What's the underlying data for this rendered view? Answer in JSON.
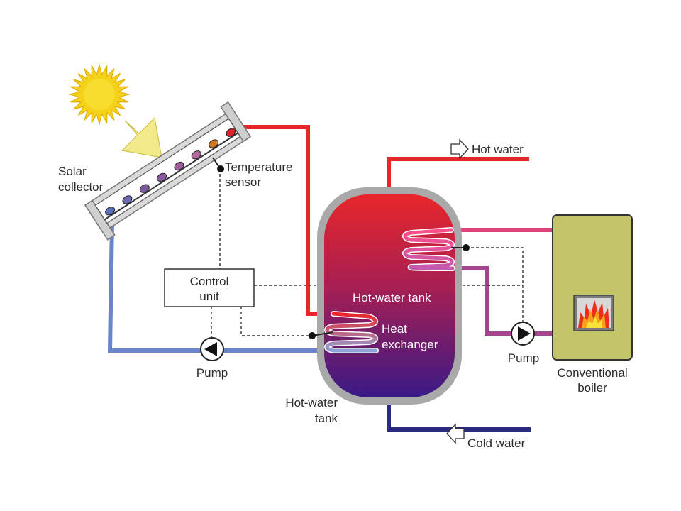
{
  "labels": {
    "solar_collector": [
      "Solar",
      "collector"
    ],
    "temperature_sensor": [
      "Temperature",
      "sensor"
    ],
    "control_unit": [
      "Control",
      "unit"
    ],
    "pump_left": "Pump",
    "pump_right": "Pump",
    "hot_water": "Hot water",
    "cold_water": "Cold water",
    "tank_inside": "Hot-water tank",
    "tank_outside": [
      "Hot-water",
      "tank"
    ],
    "heat_exchanger": [
      "Heat",
      "exchanger"
    ],
    "boiler": [
      "Conventional",
      "boiler"
    ]
  },
  "colors": {
    "hot_pipe": "#e8262a",
    "cold_pipe": "#6a86c8",
    "cold_main": "#2a2a80",
    "boiler_pipe_hot": "#e0417a",
    "boiler_pipe_return": "#a0478f",
    "boiler_body": "#c3c36a",
    "sun": "#f5d21a",
    "arrow": "#f2ea88"
  }
}
